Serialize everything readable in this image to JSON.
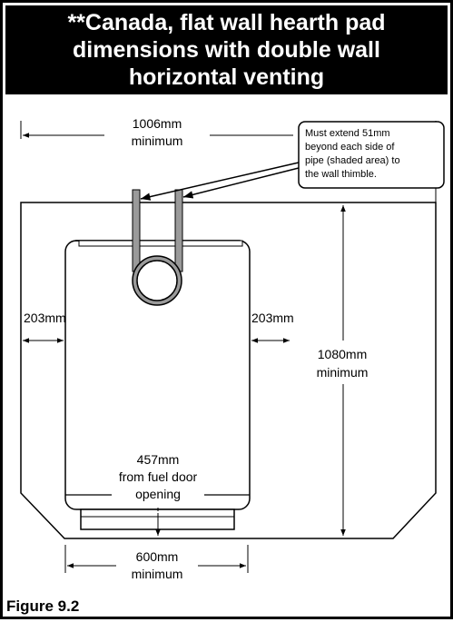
{
  "title": "**Canada, flat wall hearth pad\ndimensions with double wall\nhorizontal venting",
  "dimensions": {
    "top_width": "1006mm",
    "top_width_note": "minimum",
    "left_side": "203mm",
    "right_side": "203mm",
    "height": "1080mm",
    "height_note": "minimum",
    "front": "457mm",
    "front_note_1": "from fuel door",
    "front_note_2": "opening",
    "bottom_width": "600mm",
    "bottom_width_note": "minimum"
  },
  "callout": {
    "line1": "Must extend 51mm",
    "line2": "beyond each side of",
    "line3": "pipe (shaded area) to",
    "line4": "the wall thimble."
  },
  "figure_label": "Figure 9.2",
  "colors": {
    "pipe_shade": "#9a9a9a",
    "outline": "#000000"
  }
}
